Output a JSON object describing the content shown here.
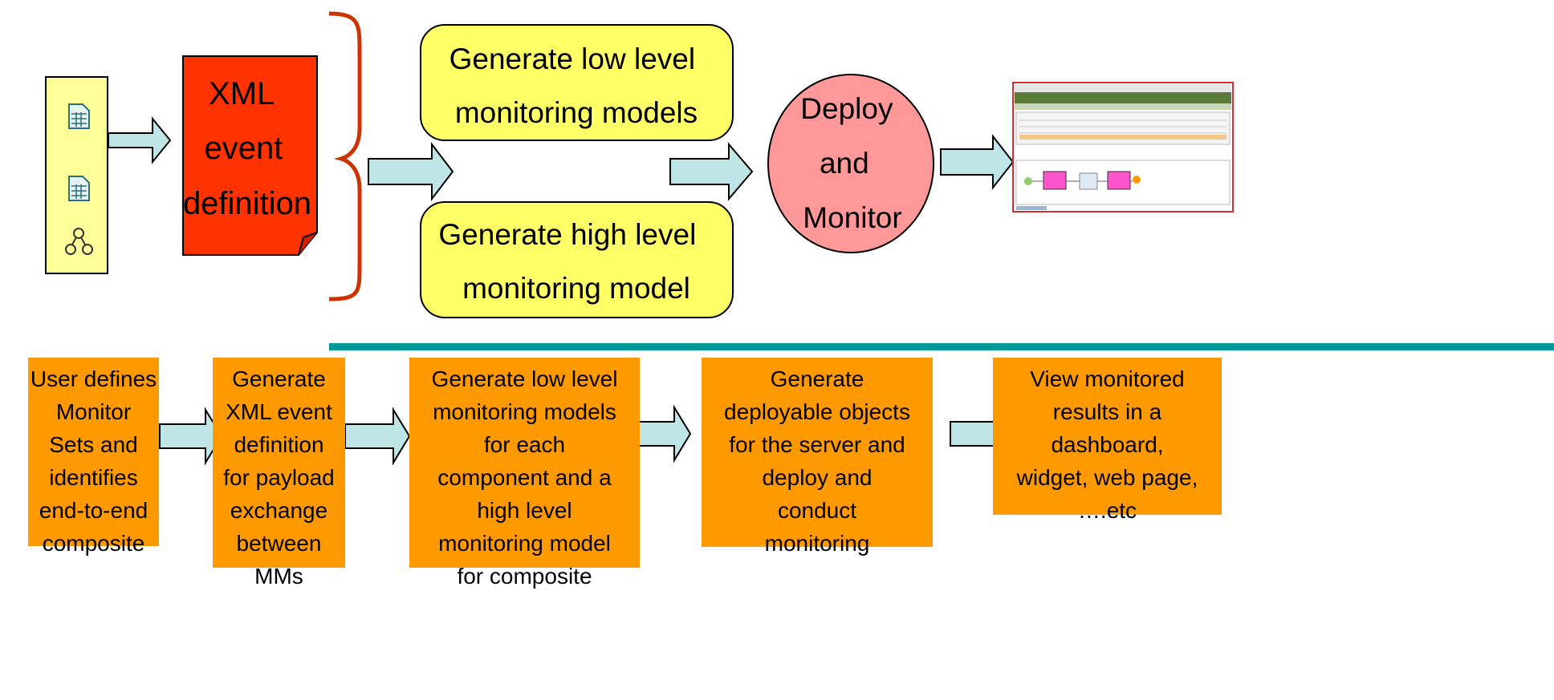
{
  "top": {
    "xml_box_lines": [
      "XML",
      "event",
      "definition"
    ],
    "low_level_lines": [
      "Generate low level",
      "monitoring models"
    ],
    "high_level_lines": [
      "Generate high level",
      "monitoring model"
    ],
    "deploy_lines": [
      "Deploy",
      "and",
      "Monitor"
    ]
  },
  "stages": [
    {
      "lines": [
        "User defines",
        "Monitor",
        "Sets and",
        "identifies",
        "end-to-end",
        "composite"
      ]
    },
    {
      "lines": [
        "Generate",
        "XML event",
        "definition",
        "for payload",
        "exchange",
        "between",
        "MMs"
      ]
    },
    {
      "lines": [
        "Generate low level",
        "monitoring models",
        "for each",
        "component and a",
        "high level",
        "monitoring model",
        "for composite"
      ]
    },
    {
      "lines": [
        "Generate",
        "deployable objects",
        "for the server and",
        "deploy and",
        "conduct",
        "monitoring"
      ]
    },
    {
      "lines": [
        "View monitored",
        "results in a",
        "dashboard,",
        "widget, web page,",
        "….etc"
      ]
    }
  ],
  "colors": {
    "xml_red": "#ff3300",
    "bubble_yellow": "#ffff66",
    "deploy_pink": "#ff9999",
    "stage_orange": "#ff9900",
    "arrow_fill": "#bfe6e6",
    "divider_teal": "#009999",
    "brace_red": "#cc3300",
    "doc_panel": "#ffff99"
  },
  "icons": [
    "spreadsheet-icon",
    "spreadsheet-icon",
    "tree-hierarchy-icon",
    "dashboard-screenshot-thumbnail"
  ]
}
